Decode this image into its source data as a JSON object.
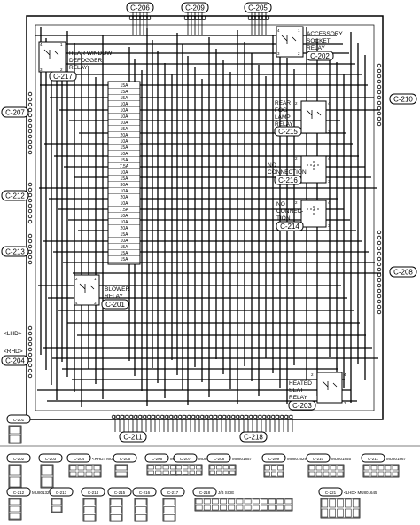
{
  "connectors_top": [
    "C-206",
    "C-209",
    "C-205"
  ],
  "connectors_left": [
    "C-207",
    "C-212",
    "C-213",
    "C-204"
  ],
  "connectors_right": [
    "C-210",
    "C-208"
  ],
  "connectors_bottom": [
    "C-211",
    "C-218"
  ],
  "lhd_tag": "<LHD>",
  "rhd_tag": "<RHD>",
  "relays": {
    "rear_window_defogger": {
      "line1": "REAR WINDOW",
      "line2": "DEFOGGER",
      "line3": "RELAY",
      "ref": "C-217",
      "p1": "4",
      "p2": "1",
      "p3": "3",
      "p4": "2"
    },
    "accessory_socket": {
      "line1": "ACCESSORY",
      "line2": "SOCKET",
      "line3": "RELAY",
      "ref": "C-202",
      "p1": "4",
      "p2": "1",
      "p3": "3",
      "p4": "2"
    },
    "rear_fog_lamp": {
      "line1": "REAR",
      "line2": "FOG",
      "line3": "LAMP",
      "line4": "RELAY",
      "ref": "C-215",
      "p1": "2",
      "p2": "4",
      "p3": "1",
      "p4": "3"
    },
    "no_connection_1": {
      "line1": "NO",
      "line2": "CONNECTION",
      "ref": "C-216",
      "p1": "2",
      "p2": "4",
      "p3": "1",
      "p4": "3"
    },
    "no_connection_2": {
      "line1": "NO",
      "line2": "CONNEC-",
      "line3": "TION",
      "ref": "C-214",
      "p1": "2",
      "p2": "4",
      "p3": "1",
      "p4": "3"
    },
    "blower": {
      "line1": "BLOWER",
      "line2": "RELAY",
      "ref": "C-201",
      "p1": "2",
      "p2": "1",
      "p3": "4",
      "p4": "3"
    },
    "heated_seat": {
      "line1": "HEATED",
      "line2": "SEAT",
      "line3": "RELAY",
      "ref": "C-203",
      "p1": "2",
      "p2": "4",
      "p3": "1",
      "p4": "3"
    }
  },
  "fuses": [
    "15A",
    "15A",
    "15A",
    "10A",
    "10A",
    "10A",
    "10A",
    "15A",
    "20A",
    "10A",
    "15A",
    "10A",
    "15A",
    "7.5A",
    "10A",
    "15A",
    "30A",
    "10A",
    "20A",
    "10A",
    "7.5A",
    "10A",
    "10A",
    "20A",
    "15A",
    "10A",
    "15A",
    "15A",
    "15A"
  ],
  "legend_row1": [
    {
      "ref": "C-201",
      "part": ""
    },
    {
      "ref": "C-202",
      "part": ""
    },
    {
      "ref": "C-203",
      "part": ""
    },
    {
      "ref": "C-204",
      "part": "<RHD> MU801646"
    },
    {
      "ref": "C-205",
      "part": ""
    },
    {
      "ref": "C-206",
      "part": "MU801551"
    },
    {
      "ref": "C-207",
      "part": "MU801331"
    },
    {
      "ref": "C-208",
      "part": "MU801857"
    },
    {
      "ref": "C-209",
      "part": "MU801629"
    },
    {
      "ref": "C-210",
      "part": "MU801855"
    },
    {
      "ref": "C-211",
      "part": "MU801867"
    }
  ],
  "legend_row2": [
    {
      "ref": "C-212",
      "part": "MU801329"
    },
    {
      "ref": "C-213",
      "part": ""
    },
    {
      "ref": "C-214",
      "part": ""
    },
    {
      "ref": "C-215",
      "part": ""
    },
    {
      "ref": "C-216",
      "part": ""
    },
    {
      "ref": "C-217",
      "part": ""
    },
    {
      "ref": "C-218",
      "part": "J/B SIDE"
    },
    {
      "ref": "C-221",
      "part": "<LHD> MU801645"
    }
  ]
}
